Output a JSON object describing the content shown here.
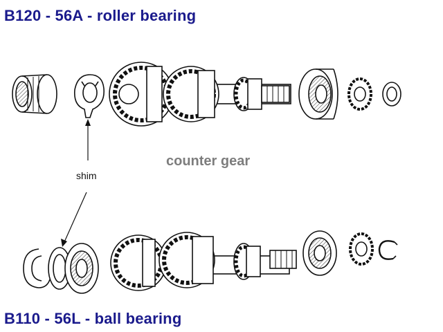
{
  "diagram": {
    "title_top": "B120 - 56A - roller bearing",
    "title_bottom": "B110 - 56L - ball bearing",
    "caption": "counter gear",
    "shim_label": "shim"
  },
  "colors": {
    "title": "#1a1a8c",
    "caption": "#7d7d7d",
    "line": "#111111"
  }
}
